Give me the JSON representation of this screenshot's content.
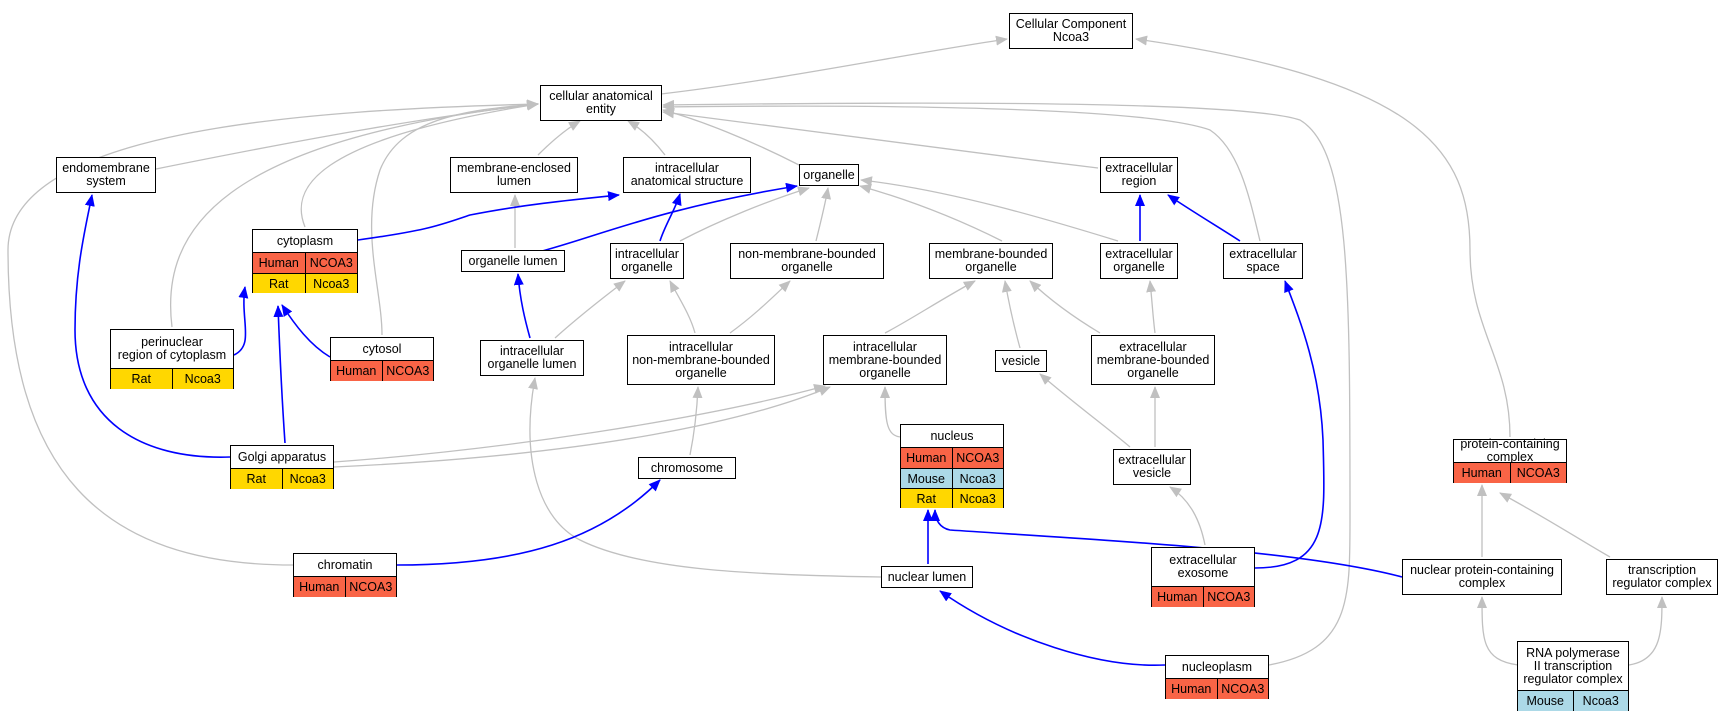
{
  "colors": {
    "is_a_edge": "#c0c0c0",
    "part_of_edge": "#0000ff",
    "human": "#f96446",
    "mouse": "#acd9e7",
    "rat": "#ffd700"
  },
  "nodes": [
    {
      "id": "root",
      "lines": [
        "Cellular Component",
        "Ncoa3"
      ],
      "annotations": []
    },
    {
      "id": "cae",
      "lines": [
        "cellular anatomical",
        "entity"
      ],
      "annotations": []
    },
    {
      "id": "endo",
      "lines": [
        "endomembrane",
        "system"
      ],
      "annotations": []
    },
    {
      "id": "mel",
      "lines": [
        "membrane-enclosed",
        "lumen"
      ],
      "annotations": []
    },
    {
      "id": "ias",
      "lines": [
        "intracellular",
        "anatomical structure"
      ],
      "annotations": []
    },
    {
      "id": "org",
      "lines": [
        "organelle"
      ],
      "annotations": []
    },
    {
      "id": "exreg",
      "lines": [
        "extracellular",
        "region"
      ],
      "annotations": []
    },
    {
      "id": "cyto",
      "lines": [
        "cytoplasm"
      ],
      "annotations": [
        {
          "species": "Human",
          "gene": "NCOA3"
        },
        {
          "species": "Rat",
          "gene": "Ncoa3"
        }
      ]
    },
    {
      "id": "orglum",
      "lines": [
        "organelle lumen"
      ],
      "annotations": []
    },
    {
      "id": "intorg",
      "lines": [
        "intracellular",
        "organelle"
      ],
      "annotations": []
    },
    {
      "id": "nmbo",
      "lines": [
        "non-membrane-bounded",
        "organelle"
      ],
      "annotations": []
    },
    {
      "id": "mbo",
      "lines": [
        "membrane-bounded",
        "organelle"
      ],
      "annotations": []
    },
    {
      "id": "exorg",
      "lines": [
        "extracellular",
        "organelle"
      ],
      "annotations": []
    },
    {
      "id": "exsp",
      "lines": [
        "extracellular",
        "space"
      ],
      "annotations": []
    },
    {
      "id": "peri",
      "lines": [
        "perinuclear",
        "region of cytoplasm"
      ],
      "annotations": [
        {
          "species": "Rat",
          "gene": "Ncoa3"
        }
      ]
    },
    {
      "id": "cytosol",
      "lines": [
        "cytosol"
      ],
      "annotations": [
        {
          "species": "Human",
          "gene": "NCOA3"
        }
      ]
    },
    {
      "id": "iol",
      "lines": [
        "intracellular",
        "organelle lumen"
      ],
      "annotations": []
    },
    {
      "id": "inmbo",
      "lines": [
        "intracellular",
        "non-membrane-bounded",
        "organelle"
      ],
      "annotations": []
    },
    {
      "id": "imbo",
      "lines": [
        "intracellular",
        "membrane-bounded",
        "organelle"
      ],
      "annotations": []
    },
    {
      "id": "vesicle",
      "lines": [
        "vesicle"
      ],
      "annotations": []
    },
    {
      "id": "exmbo",
      "lines": [
        "extracellular",
        "membrane-bounded",
        "organelle"
      ],
      "annotations": []
    },
    {
      "id": "nucleus",
      "lines": [
        "nucleus"
      ],
      "annotations": [
        {
          "species": "Human",
          "gene": "NCOA3"
        },
        {
          "species": "Mouse",
          "gene": "Ncoa3"
        },
        {
          "species": "Rat",
          "gene": "Ncoa3"
        }
      ]
    },
    {
      "id": "golgi",
      "lines": [
        "Golgi apparatus"
      ],
      "annotations": [
        {
          "species": "Rat",
          "gene": "Ncoa3"
        }
      ]
    },
    {
      "id": "chrom",
      "lines": [
        "chromosome"
      ],
      "annotations": []
    },
    {
      "id": "exves",
      "lines": [
        "extracellular",
        "vesicle"
      ],
      "annotations": []
    },
    {
      "id": "pcc",
      "lines": [
        "protein-containing",
        "complex"
      ],
      "annotations": [
        {
          "species": "Human",
          "gene": "NCOA3"
        }
      ]
    },
    {
      "id": "chromatin",
      "lines": [
        "chromatin"
      ],
      "annotations": [
        {
          "species": "Human",
          "gene": "NCOA3"
        }
      ]
    },
    {
      "id": "nuclum",
      "lines": [
        "nuclear lumen"
      ],
      "annotations": []
    },
    {
      "id": "exo",
      "lines": [
        "extracellular",
        "exosome"
      ],
      "annotations": [
        {
          "species": "Human",
          "gene": "NCOA3"
        }
      ]
    },
    {
      "id": "npcc",
      "lines": [
        "nuclear protein-containing",
        "complex"
      ],
      "annotations": []
    },
    {
      "id": "trc",
      "lines": [
        "transcription",
        "regulator complex"
      ],
      "annotations": []
    },
    {
      "id": "nucleoplasm",
      "lines": [
        "nucleoplasm"
      ],
      "annotations": [
        {
          "species": "Human",
          "gene": "NCOA3"
        }
      ]
    },
    {
      "id": "rnap",
      "lines": [
        "RNA polymerase",
        "II transcription",
        "regulator complex"
      ],
      "annotations": [
        {
          "species": "Mouse",
          "gene": "Ncoa3"
        }
      ]
    }
  ],
  "edges": [
    {
      "from": "cae",
      "to": "root",
      "type": "is_a"
    },
    {
      "from": "pcc",
      "to": "root",
      "type": "is_a"
    },
    {
      "from": "endo",
      "to": "cae",
      "type": "is_a"
    },
    {
      "from": "mel",
      "to": "cae",
      "type": "is_a"
    },
    {
      "from": "ias",
      "to": "cae",
      "type": "is_a"
    },
    {
      "from": "org",
      "to": "cae",
      "type": "is_a"
    },
    {
      "from": "exreg",
      "to": "cae",
      "type": "is_a"
    },
    {
      "from": "cyto",
      "to": "cae",
      "type": "is_a"
    },
    {
      "from": "peri",
      "to": "cae",
      "type": "is_a"
    },
    {
      "from": "cytosol",
      "to": "cae",
      "type": "is_a"
    },
    {
      "from": "chromatin",
      "to": "cae",
      "type": "is_a"
    },
    {
      "from": "nucleoplasm",
      "to": "cae",
      "type": "is_a"
    },
    {
      "from": "exsp",
      "to": "cae",
      "type": "is_a"
    },
    {
      "from": "orglum",
      "to": "mel",
      "type": "is_a"
    },
    {
      "from": "cyto",
      "to": "ias",
      "type": "part_of"
    },
    {
      "from": "intorg",
      "to": "ias",
      "type": "part_of"
    },
    {
      "from": "orglum",
      "to": "org",
      "type": "part_of"
    },
    {
      "from": "intorg",
      "to": "org",
      "type": "is_a"
    },
    {
      "from": "nmbo",
      "to": "org",
      "type": "is_a"
    },
    {
      "from": "mbo",
      "to": "org",
      "type": "is_a"
    },
    {
      "from": "exorg",
      "to": "org",
      "type": "is_a"
    },
    {
      "from": "exorg",
      "to": "exreg",
      "type": "part_of"
    },
    {
      "from": "exsp",
      "to": "exreg",
      "type": "part_of"
    },
    {
      "from": "peri",
      "to": "cyto",
      "type": "part_of"
    },
    {
      "from": "cytosol",
      "to": "cyto",
      "type": "part_of"
    },
    {
      "from": "golgi",
      "to": "cyto",
      "type": "part_of"
    },
    {
      "from": "golgi",
      "to": "endo",
      "type": "part_of"
    },
    {
      "from": "iol",
      "to": "orglum",
      "type": "is_a"
    },
    {
      "from": "iol",
      "to": "intorg",
      "type": "part_of"
    },
    {
      "from": "inmbo",
      "to": "intorg",
      "type": "is_a"
    },
    {
      "from": "imbo",
      "to": "intorg",
      "type": "is_a"
    },
    {
      "from": "inmbo",
      "to": "nmbo",
      "type": "is_a"
    },
    {
      "from": "imbo",
      "to": "mbo",
      "type": "is_a"
    },
    {
      "from": "vesicle",
      "to": "mbo",
      "type": "is_a"
    },
    {
      "from": "exmbo",
      "to": "mbo",
      "type": "is_a"
    },
    {
      "from": "exmbo",
      "to": "exorg",
      "type": "is_a"
    },
    {
      "from": "exo",
      "to": "exsp",
      "type": "part_of"
    },
    {
      "from": "nucleus",
      "to": "imbo",
      "type": "is_a"
    },
    {
      "from": "golgi",
      "to": "imbo",
      "type": "is_a"
    },
    {
      "from": "chrom",
      "to": "inmbo",
      "type": "is_a"
    },
    {
      "from": "nuclum",
      "to": "iol",
      "type": "is_a"
    },
    {
      "from": "exves",
      "to": "vesicle",
      "type": "is_a"
    },
    {
      "from": "exves",
      "to": "exmbo",
      "type": "is_a"
    },
    {
      "from": "nuclum",
      "to": "nucleus",
      "type": "part_of"
    },
    {
      "from": "npcc",
      "to": "nucleus",
      "type": "part_of"
    },
    {
      "from": "chromatin",
      "to": "chrom",
      "type": "part_of"
    },
    {
      "from": "exo",
      "to": "exves",
      "type": "is_a"
    },
    {
      "from": "npcc",
      "to": "pcc",
      "type": "is_a"
    },
    {
      "from": "trc",
      "to": "pcc",
      "type": "is_a"
    },
    {
      "from": "nucleoplasm",
      "to": "nuclum",
      "type": "part_of"
    },
    {
      "from": "rnap",
      "to": "npcc",
      "type": "is_a"
    },
    {
      "from": "rnap",
      "to": "trc",
      "type": "is_a"
    }
  ]
}
